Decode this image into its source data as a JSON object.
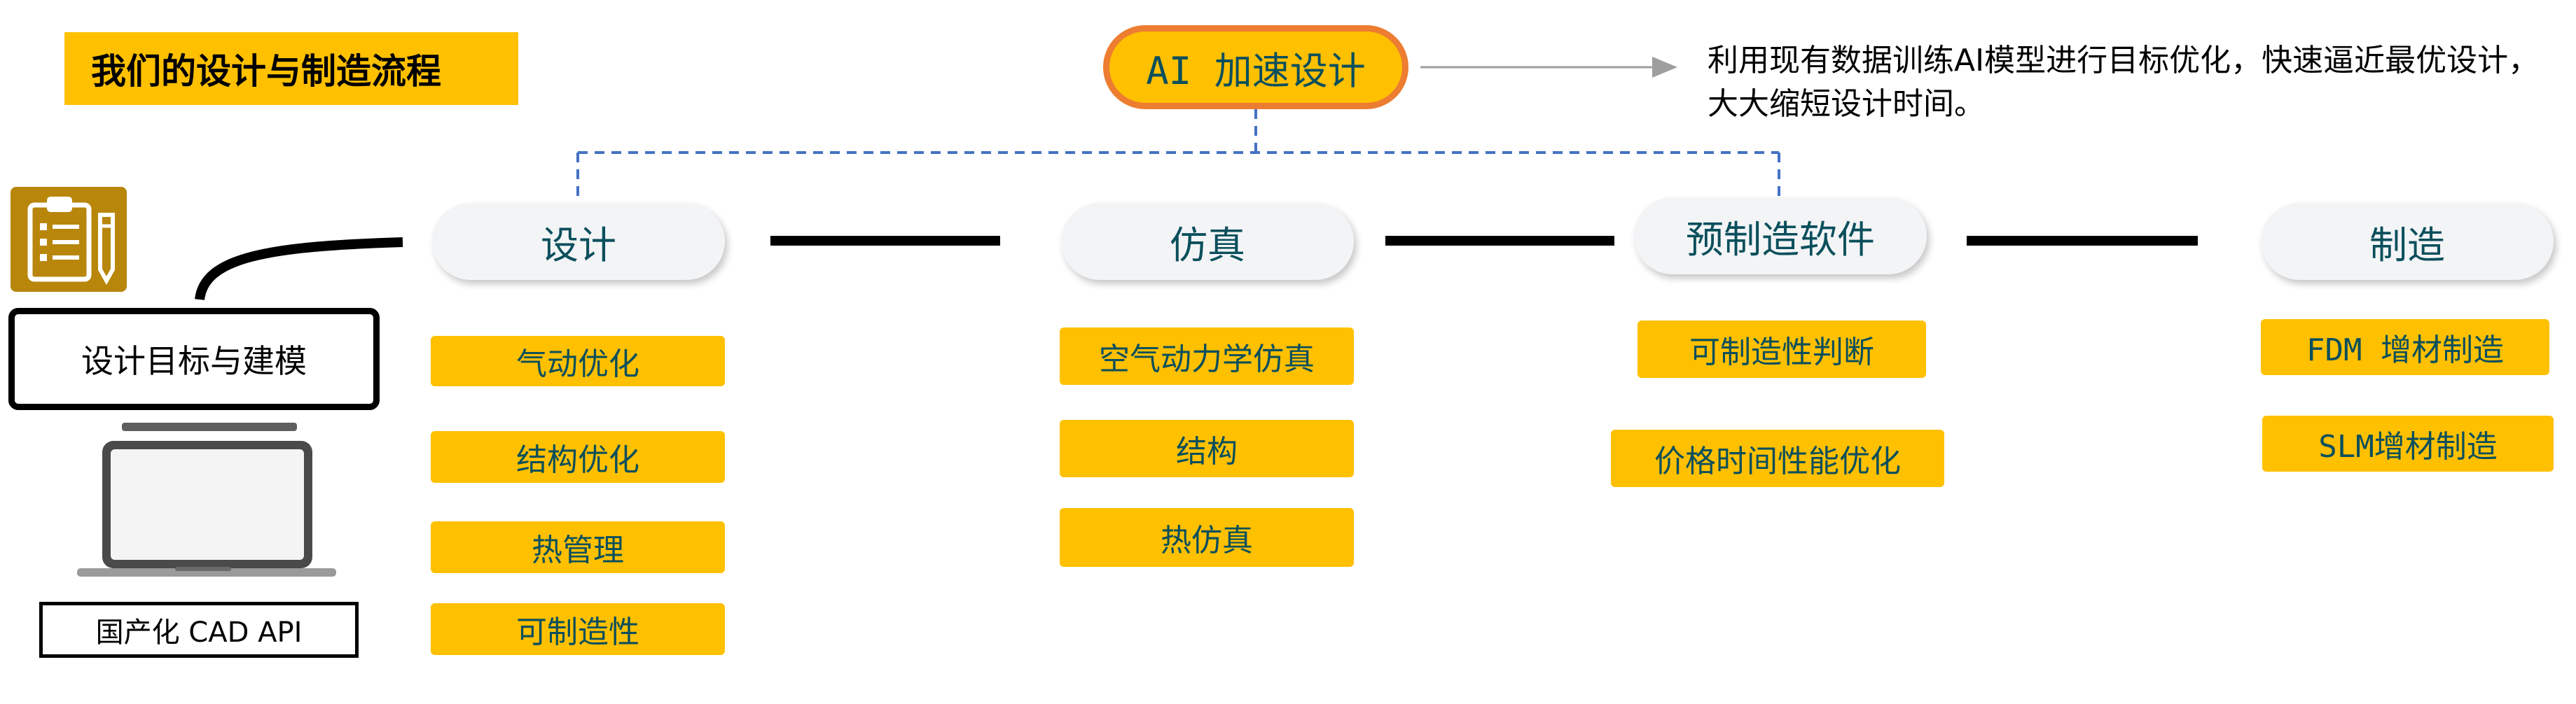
{
  "header": {
    "title": "我们的设计与制造流程"
  },
  "ai": {
    "label": "AI 加速设计",
    "description": "利用现有数据训练AI模型进行目标优化，快速逼近最优设计，大大缩短设计时间。"
  },
  "left": {
    "goal_label": "设计目标与建模",
    "cad_label": "国产化 CAD API"
  },
  "stages": [
    {
      "label": "设计",
      "items": [
        "气动优化",
        "结构优化",
        "热管理",
        "可制造性"
      ]
    },
    {
      "label": "仿真",
      "items": [
        "空气动力学仿真",
        "结构",
        "热仿真"
      ]
    },
    {
      "label": "预制造软件",
      "items": [
        "可制造性判断",
        "价格时间性能优化"
      ]
    },
    {
      "label": "制造",
      "items": [
        "FDM 增材制造",
        "SLM增材制造"
      ]
    }
  ],
  "colors": {
    "accent": "#FFC000",
    "ai_border": "#ED7D31",
    "text_teal": "#0B4F5C",
    "pill_bg": "#F3F4F6",
    "dashed": "#4472C4",
    "icon_gold": "#B8860B"
  },
  "icons": [
    "clipboard-checklist-icon",
    "laptop-icon",
    "arrow-right-icon"
  ]
}
